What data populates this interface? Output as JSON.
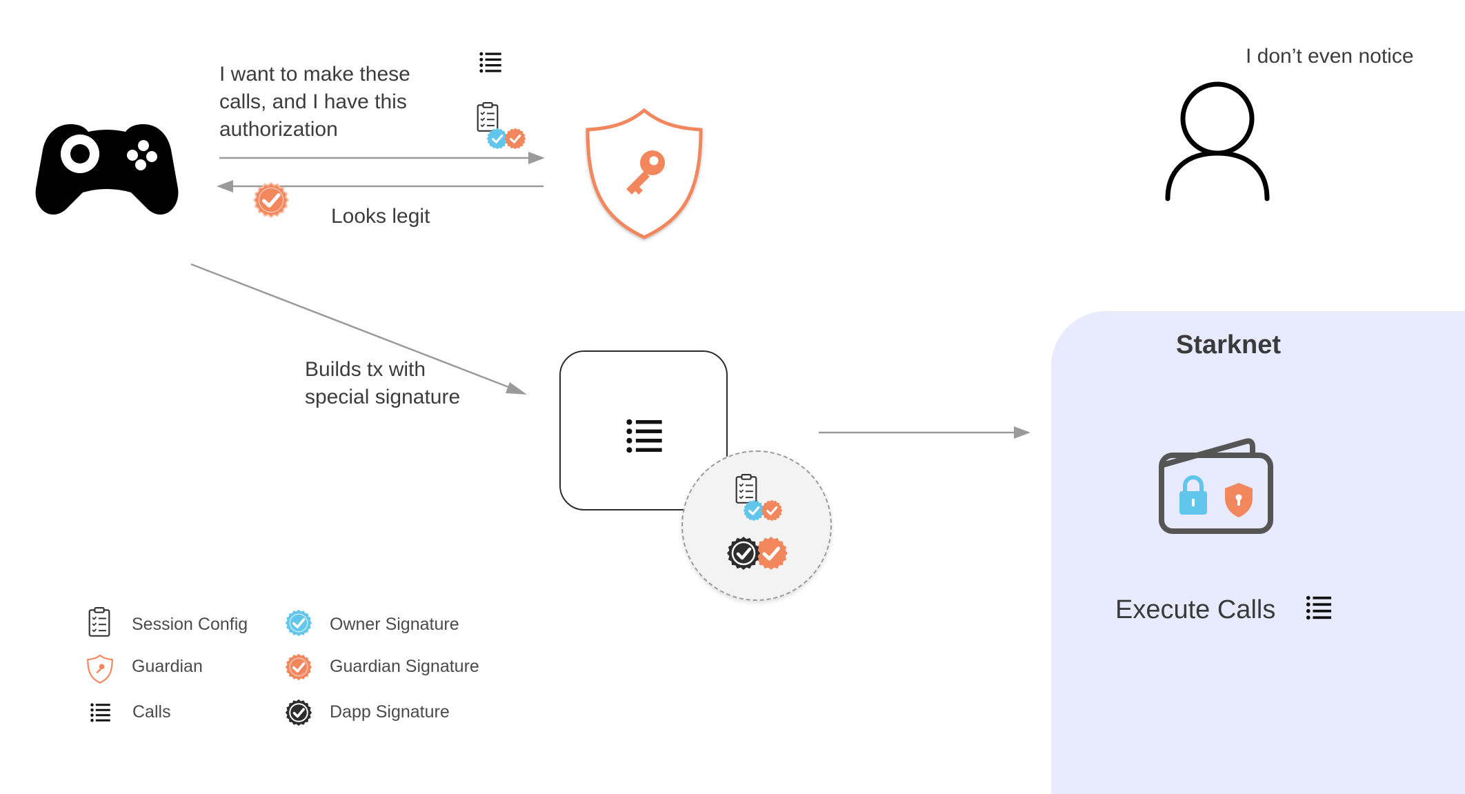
{
  "messages": {
    "request": "I want to make these\ncalls, and I have this\nauthorization",
    "response": "Looks legit",
    "build": "Builds tx with\nspecial signature",
    "user_note": "I don’t even notice"
  },
  "starknet": {
    "title": "Starknet",
    "execute_label": "Execute Calls"
  },
  "legend": [
    {
      "label": "Session Config",
      "icon": "clipboard-icon"
    },
    {
      "label": "Guardian",
      "icon": "guardian-shield-icon"
    },
    {
      "label": "Calls",
      "icon": "list-icon"
    },
    {
      "label": "Owner Signature",
      "icon": "owner-signature-badge-icon"
    },
    {
      "label": "Guardian Signature",
      "icon": "guardian-signature-badge-icon"
    },
    {
      "label": "Dapp Signature",
      "icon": "dapp-signature-badge-icon"
    }
  ],
  "colors": {
    "owner": "#62c6ec",
    "guardian": "#f2865d",
    "dapp": "#2d2d2d",
    "arrow": "#9a9a9a",
    "panel": "#e8eafd"
  }
}
